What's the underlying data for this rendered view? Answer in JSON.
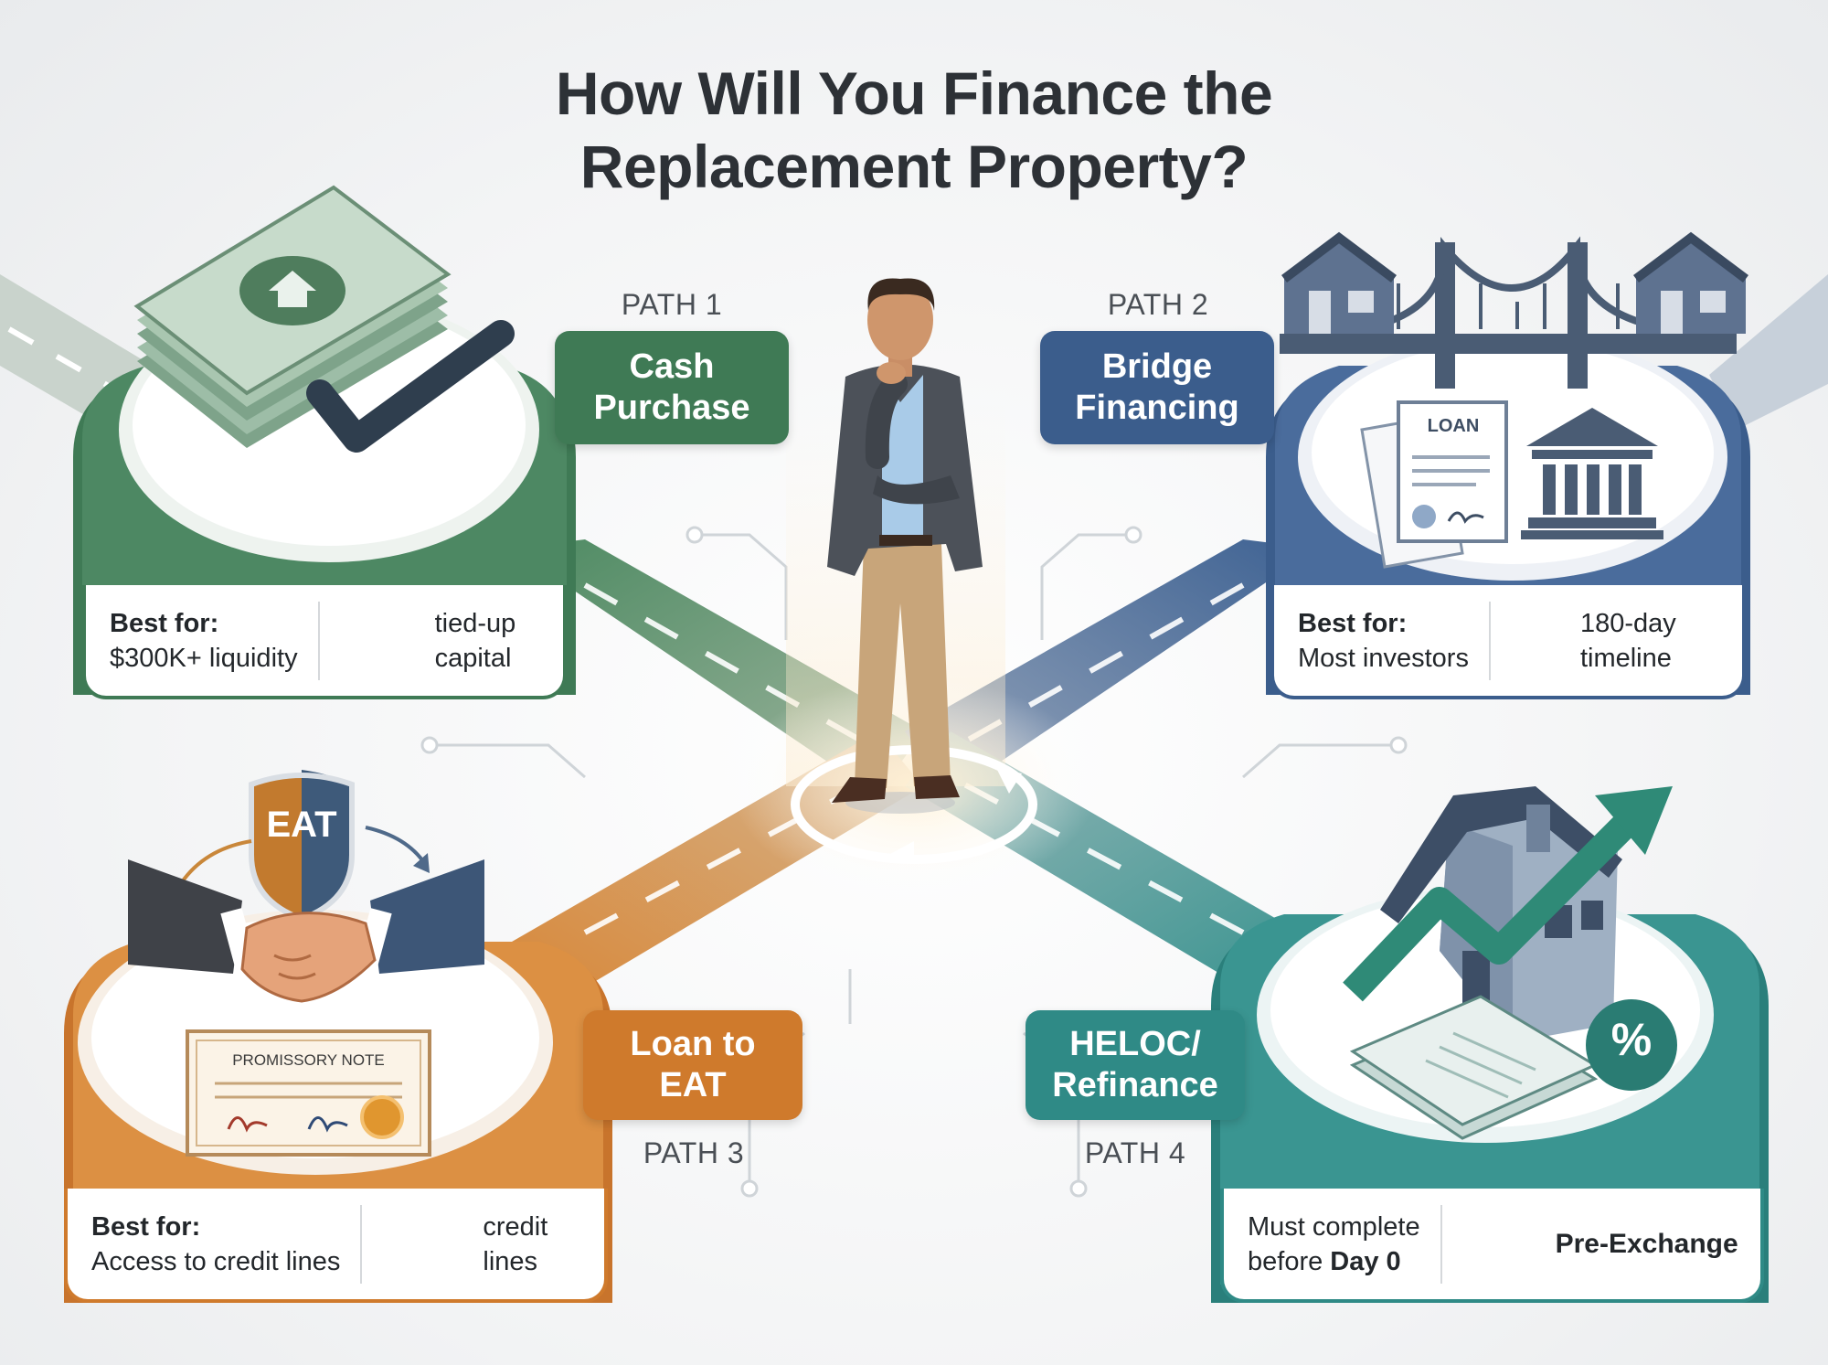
{
  "title": {
    "line1": "How Will You Finance the",
    "line2": "Replacement Property?"
  },
  "colors": {
    "path1": "#3f7a55",
    "path2": "#3b5d8c",
    "path3": "#cf7a2c",
    "path4": "#2f8a86",
    "text": "#2d3136"
  },
  "paths": {
    "p1": {
      "label": "PATH 1",
      "name_line1": "Cash",
      "name_line2": "Purchase",
      "best_for_label": "Best for:",
      "best_for_text": "$300K+ liquidity",
      "icon": "chain-money-icon",
      "side_line1": "tied-up",
      "side_line2": "capital"
    },
    "p2": {
      "label": "PATH 2",
      "name_line1": "Bridge",
      "name_line2": "Financing",
      "best_for_label": "Best for:",
      "best_for_text": "Most investors",
      "icon": "clock-icon",
      "side_line1": "180-day",
      "side_line2": "timeline",
      "doc_label": "LOAN"
    },
    "p3": {
      "label": "PATH 3",
      "name_line1": "Loan to",
      "name_line2": "EAT",
      "best_for_label": "Best for:",
      "best_for_text": "Access to credit lines",
      "icon": "credit-card-icon",
      "side_line1": "credit",
      "side_line2": "lines",
      "shield_label": "EAT",
      "note_label": "PROMISSORY NOTE"
    },
    "p4": {
      "label": "PATH 4",
      "name_line1": "HELOC/",
      "name_line2": "Refinance",
      "must_line1": "Must complete",
      "must_line2_prefix": "before ",
      "must_line2_bold": "Day 0",
      "icon": "calendar-icon",
      "side_text": "Pre-Exchange",
      "badge": "%"
    }
  }
}
